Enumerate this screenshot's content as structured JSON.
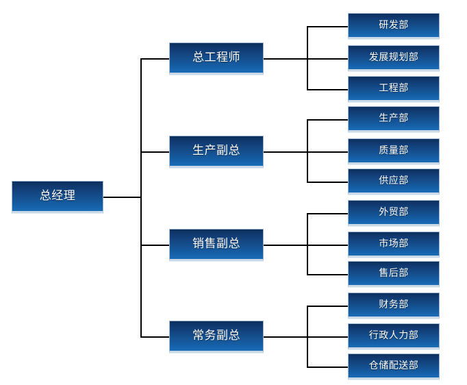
{
  "chart": {
    "type": "org-chart",
    "title": "",
    "orientation": "left-to-right",
    "levels": 3,
    "colors": {
      "node_fill_top": "#0c2f5c",
      "node_fill_bottom": "#1a6cb5",
      "node_border": "#9fb9d4",
      "node_bevel": "#c9d9e8",
      "node_text": "#ffffff",
      "connector": "#000000",
      "background": "#ffffff"
    },
    "root": {
      "label": "总经理"
    },
    "branches": [
      {
        "manager": {
          "label": "总工程师"
        },
        "departments": [
          {
            "label": "研发部"
          },
          {
            "label": "发展规划部"
          },
          {
            "label": "工程部"
          }
        ]
      },
      {
        "manager": {
          "label": "生产副总"
        },
        "departments": [
          {
            "label": "生产部"
          },
          {
            "label": "质量部"
          },
          {
            "label": "供应部"
          }
        ]
      },
      {
        "manager": {
          "label": "销售副总"
        },
        "departments": [
          {
            "label": "外贸部"
          },
          {
            "label": "市场部"
          },
          {
            "label": "售后部"
          }
        ]
      },
      {
        "manager": {
          "label": "常务副总"
        },
        "departments": [
          {
            "label": "财务部"
          },
          {
            "label": "行政人力部"
          },
          {
            "label": "仓储配送部"
          }
        ]
      }
    ]
  }
}
